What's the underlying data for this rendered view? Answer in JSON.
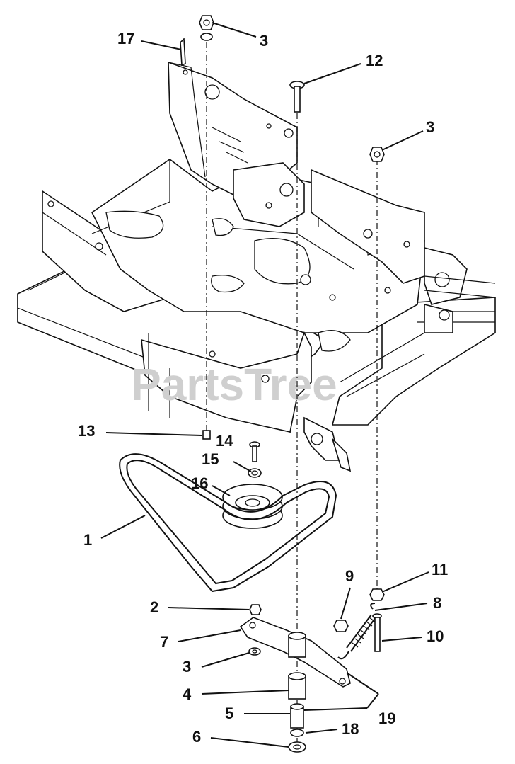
{
  "watermark": "PartsTree",
  "callouts": [
    {
      "id": "17",
      "label": "17"
    },
    {
      "id": "3a",
      "label": "3"
    },
    {
      "id": "12",
      "label": "12"
    },
    {
      "id": "3b",
      "label": "3"
    },
    {
      "id": "13",
      "label": "13"
    },
    {
      "id": "14",
      "label": "14"
    },
    {
      "id": "15",
      "label": "15"
    },
    {
      "id": "16",
      "label": "16"
    },
    {
      "id": "1",
      "label": "1"
    },
    {
      "id": "9",
      "label": "9"
    },
    {
      "id": "11",
      "label": "11"
    },
    {
      "id": "2",
      "label": "2"
    },
    {
      "id": "8",
      "label": "8"
    },
    {
      "id": "7",
      "label": "7"
    },
    {
      "id": "10",
      "label": "10"
    },
    {
      "id": "3c",
      "label": "3"
    },
    {
      "id": "4",
      "label": "4"
    },
    {
      "id": "19",
      "label": "19"
    },
    {
      "id": "5",
      "label": "5"
    },
    {
      "id": "18",
      "label": "18"
    },
    {
      "id": "6",
      "label": "6"
    }
  ]
}
